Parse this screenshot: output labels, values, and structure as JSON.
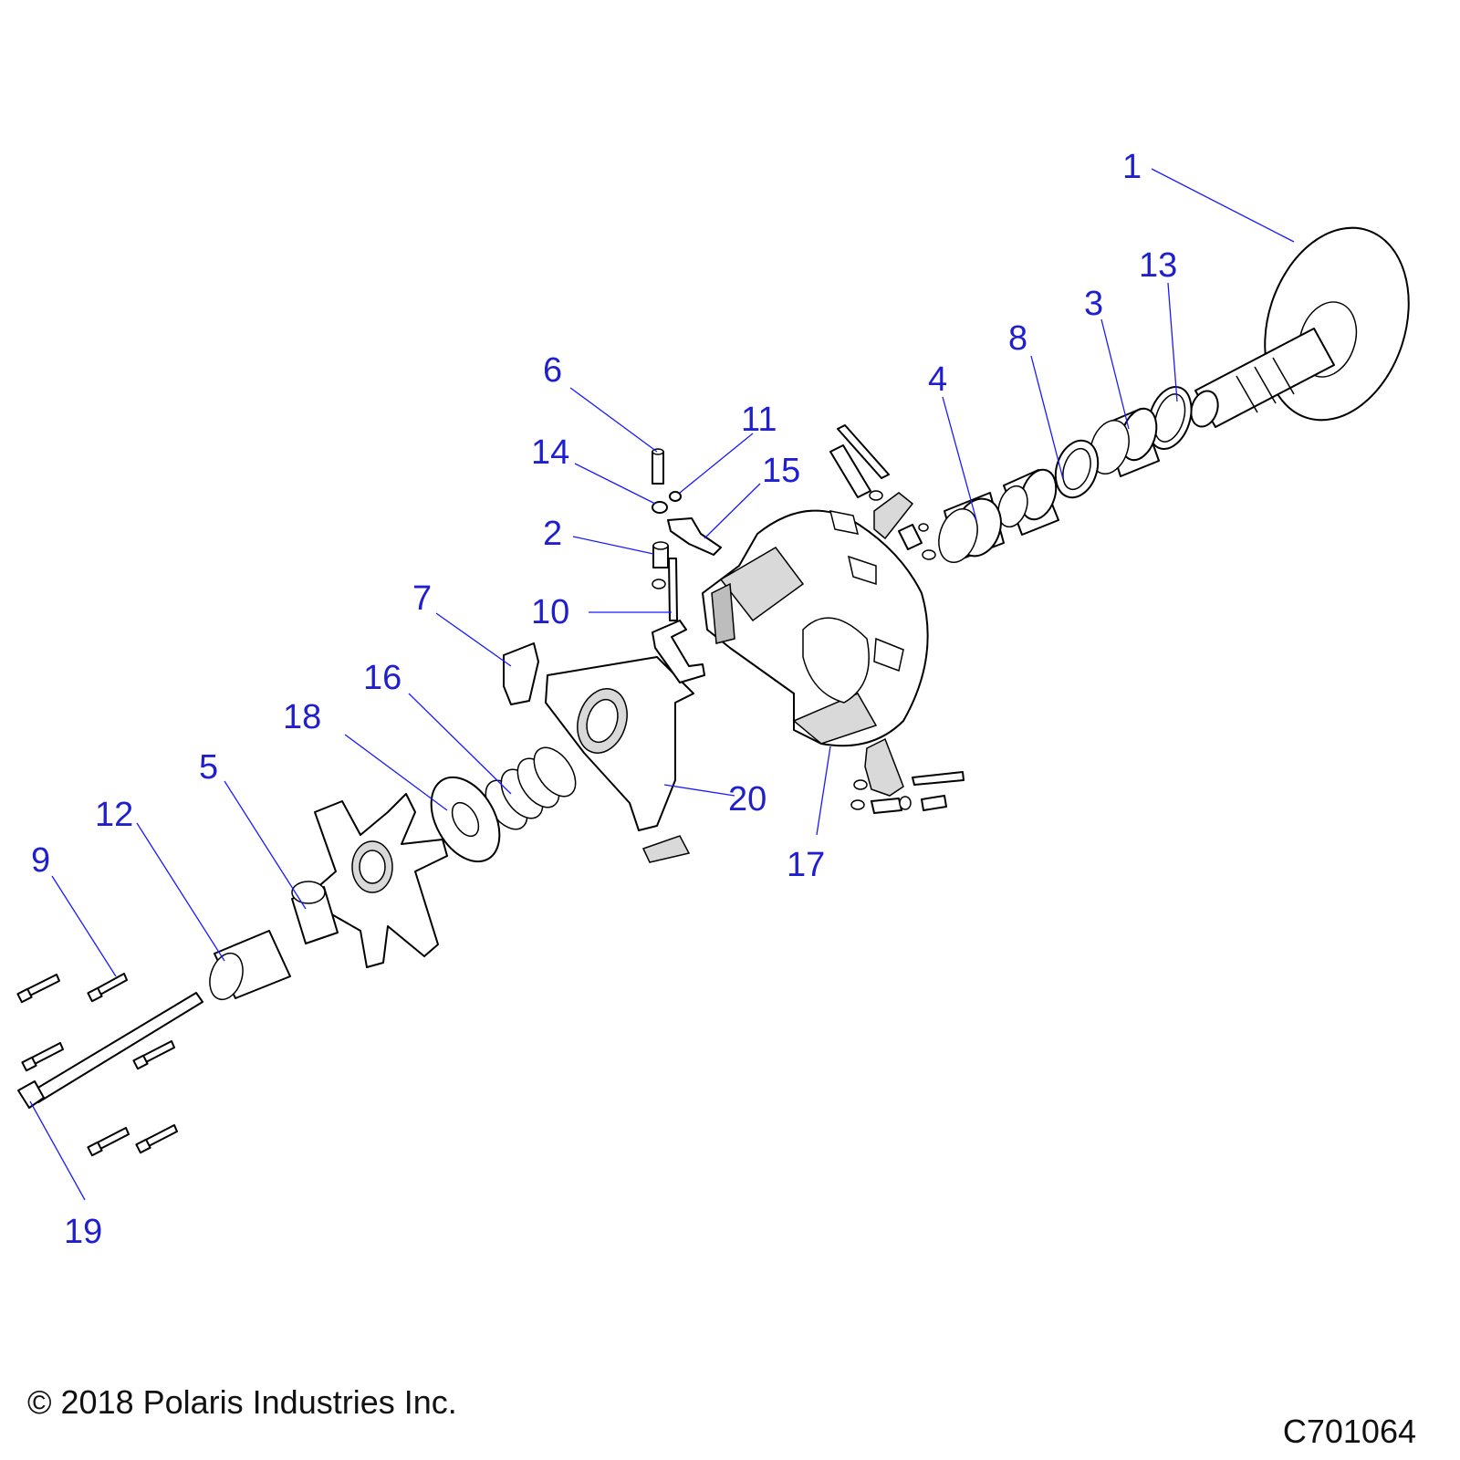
{
  "callouts": {
    "c1": "1",
    "c2": "2",
    "c3": "3",
    "c4": "4",
    "c5": "5",
    "c6": "6",
    "c7": "7",
    "c8": "8",
    "c9": "9",
    "c10": "10",
    "c11": "11",
    "c12": "12",
    "c13": "13",
    "c14": "14",
    "c15": "15",
    "c16": "16",
    "c17": "17",
    "c18": "18",
    "c19": "19",
    "c20": "20"
  },
  "footer": {
    "copyright": "© 2018 Polaris Industries Inc.",
    "figure_id": "C701064"
  },
  "colors": {
    "callout": "#1f1fcf",
    "leader": "#1a1aff",
    "line_art": "#000000"
  }
}
